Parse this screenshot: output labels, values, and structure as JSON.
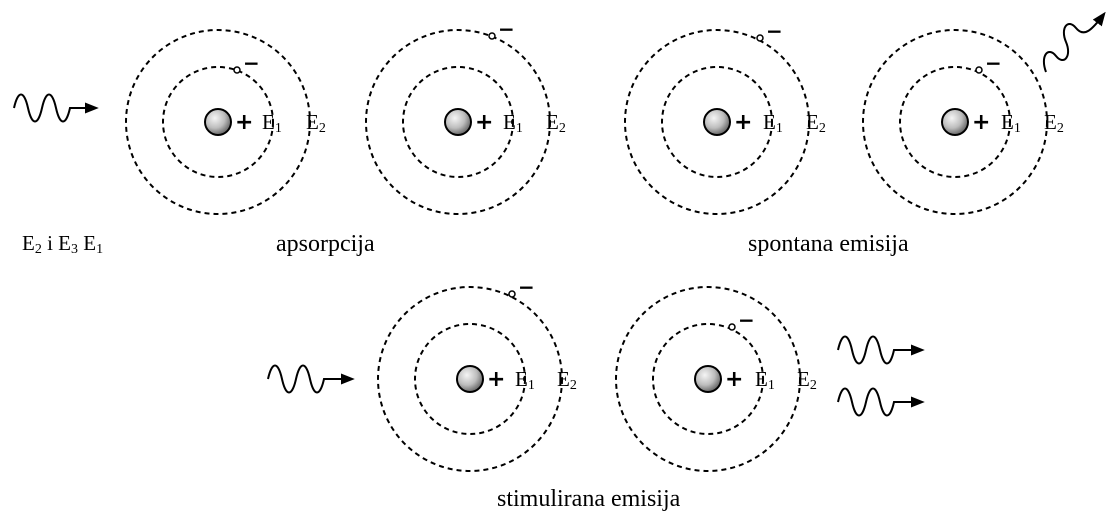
{
  "diagram": {
    "labels": {
      "e1_main": "E",
      "e1_sub": "1",
      "e2_main": "E",
      "e2_sub": "2",
      "plus": "+",
      "minus": "−"
    },
    "legend": {
      "e2": "E",
      "e2_sub": "2",
      "and": " i ",
      "e3": "E",
      "e3_sub": "3",
      "e1": " E",
      "e1_sub": "1"
    },
    "captions": {
      "absorption": "apsorpcija",
      "spontaneous": "spontana emisija",
      "stimulated": "stimulirana emisija"
    },
    "colors": {
      "line": "#000000",
      "nucleus_light": "#f2f2f2",
      "nucleus_dark": "#6e6e6e"
    },
    "icons": {
      "photon": "wavy-arrow-icon",
      "nucleus": "nucleus-sphere-icon",
      "electron": "electron-dot-icon"
    }
  }
}
